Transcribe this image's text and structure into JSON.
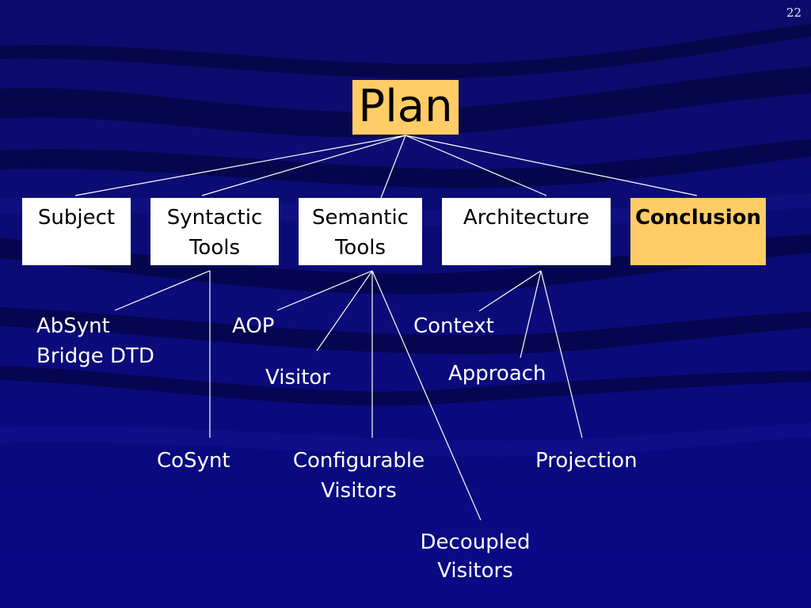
{
  "slide": {
    "page_number": "22"
  },
  "colors": {
    "background": "#0b0b78",
    "highlight_box": "#ffcc66",
    "box": "#ffffff",
    "text_on_dark": "#ffffff",
    "text_on_box": "#000000",
    "connector": "#ffffff"
  },
  "tree": {
    "root": {
      "label": "Plan"
    },
    "branches": [
      {
        "lines": [
          "Subject"
        ],
        "highlighted": false
      },
      {
        "lines": [
          "Syntactic",
          "Tools"
        ],
        "highlighted": false
      },
      {
        "lines": [
          "Semantic",
          "Tools"
        ],
        "highlighted": false
      },
      {
        "lines": [
          "Architecture"
        ],
        "highlighted": false
      },
      {
        "lines": [
          "Conclusion"
        ],
        "highlighted": true
      }
    ],
    "leaves": {
      "syntactic_tools": [
        {
          "lines": [
            "AbSynt",
            "Bridge DTD"
          ]
        },
        {
          "lines": [
            "CoSynt"
          ]
        }
      ],
      "semantic_tools": [
        {
          "lines": [
            "AOP"
          ]
        },
        {
          "lines": [
            "Visitor"
          ]
        },
        {
          "lines": [
            "Configurable",
            "Visitors"
          ]
        },
        {
          "lines": [
            "Decoupled",
            "Visitors"
          ]
        }
      ],
      "architecture": [
        {
          "lines": [
            "Context"
          ]
        },
        {
          "lines": [
            "Approach"
          ]
        },
        {
          "lines": [
            "Projection"
          ]
        }
      ]
    }
  }
}
